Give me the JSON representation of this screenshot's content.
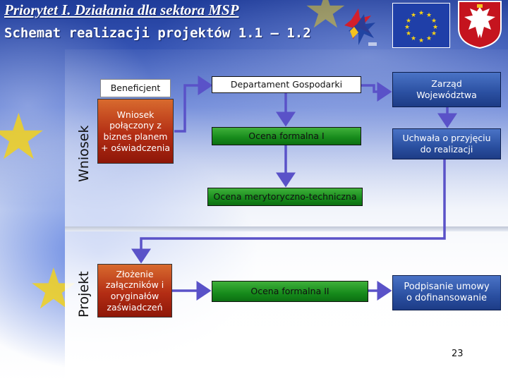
{
  "header": {
    "title": "Priorytet I. Działania dla sektora MSP",
    "subtitle": "Schemat realizacji projektów 1.1 – 1.2"
  },
  "side_labels": {
    "wniosek": "Wniosek",
    "projekt": "Projekt"
  },
  "nodes": {
    "beneficjent": "Beneficjent",
    "wniosek_biznes": "Wniosek\npołączony z\nbiznes planem\n+ oświadczenia",
    "departament": "Departament Gospodarki",
    "ocena_formalna_1": "Ocena formalna I",
    "ocena_merytoryczna": "Ocena merytoryczno-techniczna",
    "zarzad": "Zarząd\nWojewództwa",
    "uchwala": "Uchwała o przyjęciu\ndo realizacji",
    "zalaczniki": "Złożenie\nzałączników i\noryginałów\nzaświadczeń",
    "ocena_formalna_2": "Ocena formalna II",
    "umowa": "Podpisanie umowy\no dofinansowanie"
  },
  "footer": {
    "page_number": "23"
  },
  "colors": {
    "arrow": "#5a52c8",
    "green_box": "#168a1b",
    "red_box": "#b32d14",
    "blue_box": "#2a4fa0",
    "title_text": "#ffffff"
  },
  "icons": [
    "star-logo-icon",
    "eu-flag-icon",
    "eagle-coat-of-arms-icon"
  ]
}
